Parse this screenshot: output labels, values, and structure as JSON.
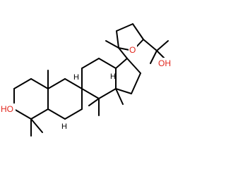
{
  "structure": {
    "labels": {
      "hydroxyl_left": "HO",
      "ring_oxygen": "O",
      "hydroxyl_right": "OH",
      "stereo_h": "H"
    },
    "colors": {
      "bond": "#000000",
      "heteroatom": "#e1261c",
      "background": "#ffffff"
    }
  }
}
